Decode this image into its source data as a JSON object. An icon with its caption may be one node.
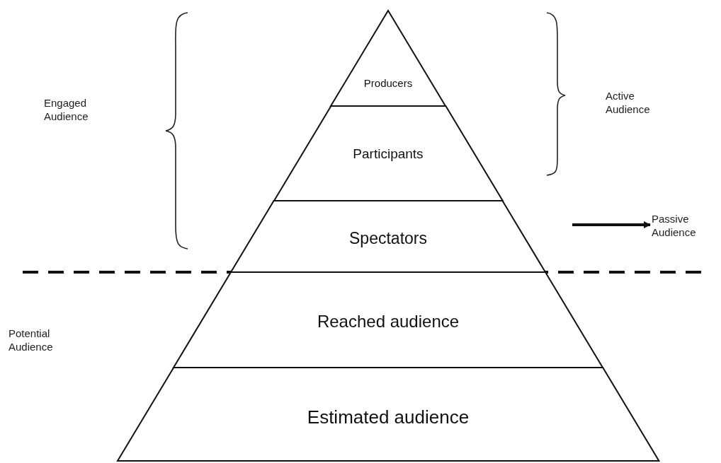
{
  "diagram": {
    "nodes": [
      {
        "text": [
          "Producers"
        ]
      },
      {
        "text": [
          "Participants"
        ]
      },
      {
        "text": [
          "Spectators"
        ]
      },
      {
        "text": [
          "Passive Audience"
        ]
      },
      {
        "text": [
          "Reached audience"
        ]
      },
      {
        "text": [
          "Estimated audience"
        ]
      }
    ],
    "edges": [
      {
        "from": null,
        "to": 3,
        "arrow": "to"
      }
    ],
    "labels": [
      "Engaged Audience",
      "Active Audience",
      "Potential Audience"
    ]
  }
}
